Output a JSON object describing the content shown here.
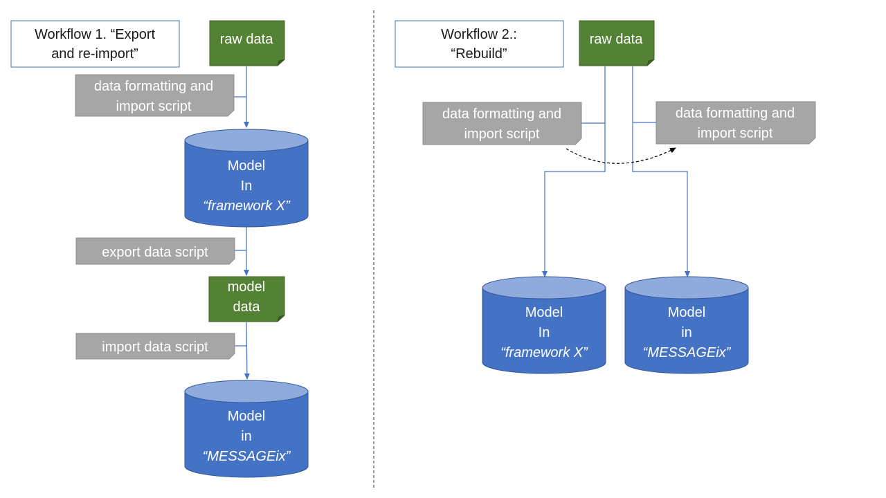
{
  "workflow1": {
    "title_line1": "Workflow 1. “Export",
    "title_line2": "and re-import”",
    "raw_data": "raw data",
    "formatting_script_line1": "data formatting and",
    "formatting_script_line2": "import script",
    "model_framework": {
      "line1": "Model",
      "line2": "In",
      "line3": "“framework X”"
    },
    "export_script": "export data script",
    "model_data_line1": "model",
    "model_data_line2": "data",
    "import_script": "import data script",
    "model_messageix": {
      "line1": "Model",
      "line2": "in",
      "line3": "“MESSAGEix”"
    }
  },
  "workflow2": {
    "title_line1": "Workflow 2.:",
    "title_line2": "“Rebuild”",
    "raw_data": "raw data",
    "formatting_script_left_line1": "data formatting and",
    "formatting_script_left_line2": "import script",
    "formatting_script_right_line1": "data formatting and",
    "formatting_script_right_line2": "import script",
    "model_framework": {
      "line1": "Model",
      "line2": "In",
      "line3": "“framework X”"
    },
    "model_messageix": {
      "line1": "Model",
      "line2": "in",
      "line3": "“MESSAGEix”"
    }
  },
  "colors": {
    "green": "#548235",
    "blue": "#4472c4",
    "blue_top": "#8faadc",
    "grey": "#a6a6a6",
    "line": "#4472c4"
  }
}
